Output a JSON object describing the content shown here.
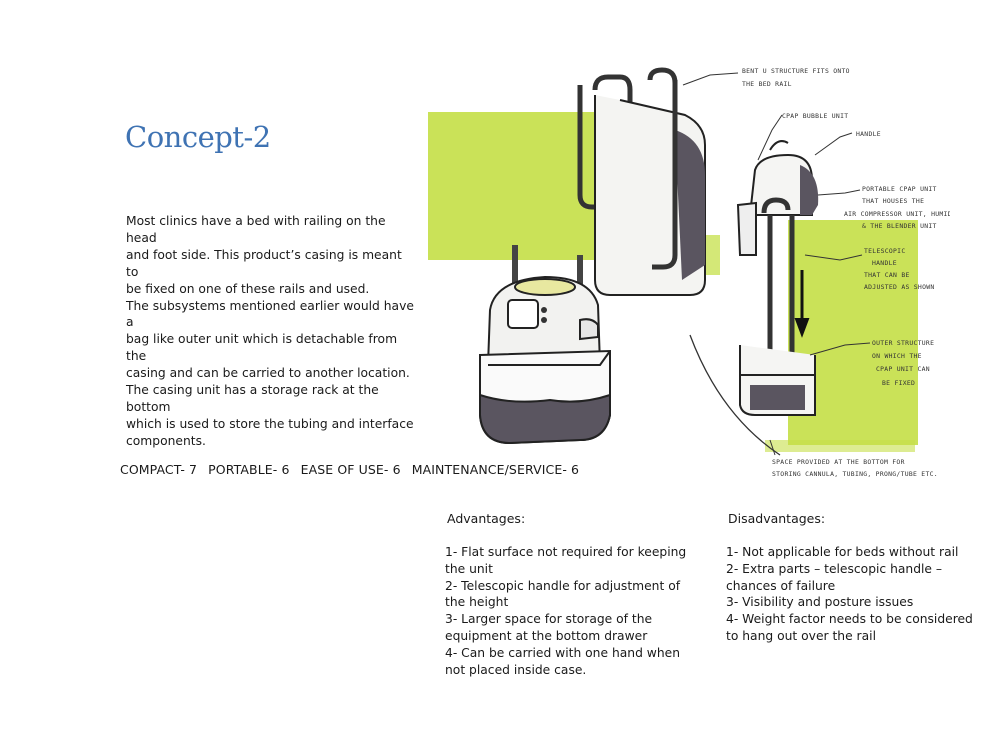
{
  "title": "Concept-2",
  "description": [
    "Most clinics have a bed with railing on the head",
    "and foot side. This product’s casing is meant to",
    "be fixed on one of these rails and used.",
    "The subsystems mentioned earlier would have a",
    "bag like outer unit which is detachable from the",
    "casing and can be carried to another location.",
    "The casing unit has a storage rack at the bottom",
    "which is used to store the tubing and interface",
    "components."
  ],
  "ratings": [
    "COMPACT- 7",
    "PORTABLE- 6",
    "EASE OF USE- 6",
    "MAINTENANCE/SERVICE- 6"
  ],
  "sketch_notes": {
    "rail": [
      "BENT U STRUCTURE FITS ONTO",
      "THE BED RAIL"
    ],
    "bubble": [
      "CPAP BUBBLE UNIT"
    ],
    "handle": [
      "HANDLE"
    ],
    "portable": [
      "PORTABLE CPAP UNIT",
      "THAT HOUSES THE",
      "AIR COMPRESSOR UNIT, HUMIDIFIER",
      "& THE BLENDER UNIT"
    ],
    "telescopic": [
      "TELESCOPIC",
      "HANDLE",
      "THAT CAN BE",
      "ADJUSTED AS SHOWN"
    ],
    "outer": [
      "OUTER STRUCTURE",
      "ON WHICH THE",
      "CPAP UNIT CAN",
      "BE FIXED"
    ],
    "space": [
      "SPACE PROVIDED AT THE BOTTOM FOR",
      "STORING CANNULA, TUBING, PRONG/TUBE ETC."
    ]
  },
  "advantages": {
    "heading": "Advantages:",
    "lines": [
      "1- Flat surface not required for keeping",
      "the unit",
      "2- Telescopic handle for adjustment of",
      "the height",
      "3- Larger space for storage of the",
      "equipment at the bottom drawer",
      "4- Can be carried with one hand when",
      "not placed inside case."
    ]
  },
  "disadvantages": {
    "heading": "Disadvantages:",
    "lines": [
      "1- Not applicable for beds without rail",
      "2- Extra parts – telescopic handle –",
      "chances of failure",
      "3- Visibility and posture issues",
      "4- Weight factor needs to be considered",
      "to hang out over the rail"
    ]
  },
  "colors": {
    "title": "#3f73b3",
    "marker_green": "#c6e04a",
    "ink": "#1a1a1a",
    "shade": "#5a5560"
  }
}
